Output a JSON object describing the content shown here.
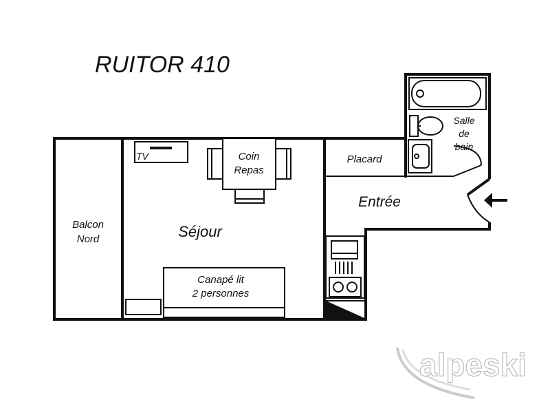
{
  "title": "RUITOR 410",
  "rooms": {
    "balcon_line1": "Balcon",
    "balcon_line2": "Nord",
    "sejour": "Séjour",
    "coin_repas_line1": "Coin",
    "coin_repas_line2": "Repas",
    "tv": "TV",
    "placard": "Placard",
    "entree": "Entrée",
    "salle_line1": "Salle",
    "salle_line2": "de",
    "salle_line3": "bain",
    "canape_line1": "Canapé lit",
    "canape_line2": "2 personnes"
  },
  "logo": {
    "text": "alpeski"
  }
}
